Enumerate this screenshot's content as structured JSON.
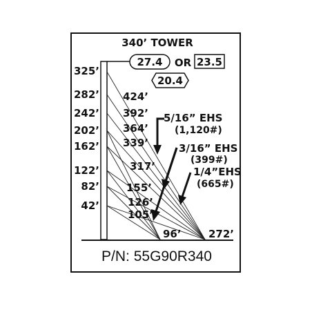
{
  "title": "340’ TOWER",
  "badges": {
    "oval_value": "27.4",
    "or_text": "OR",
    "box_value": "23.5",
    "hex_value": "20.4"
  },
  "heights": [
    "325’",
    "282’",
    "242’",
    "202’",
    "162’",
    "122’",
    "82’",
    "42’"
  ],
  "guy_lengths": [
    "424’",
    "392’",
    "364’",
    "339’",
    "317’",
    "155’",
    "126’",
    "105’"
  ],
  "anchors": [
    "96’",
    "272’"
  ],
  "cables": {
    "c516": {
      "line1": "5/16” EHS",
      "line2": "(1,120#)"
    },
    "c316": {
      "line1": "3/16” EHS",
      "line2": "(399#)"
    },
    "c14": {
      "line1": "1/4”EHS",
      "line2": "(665#)"
    }
  },
  "part_number": "P/N: 55G90R340"
}
